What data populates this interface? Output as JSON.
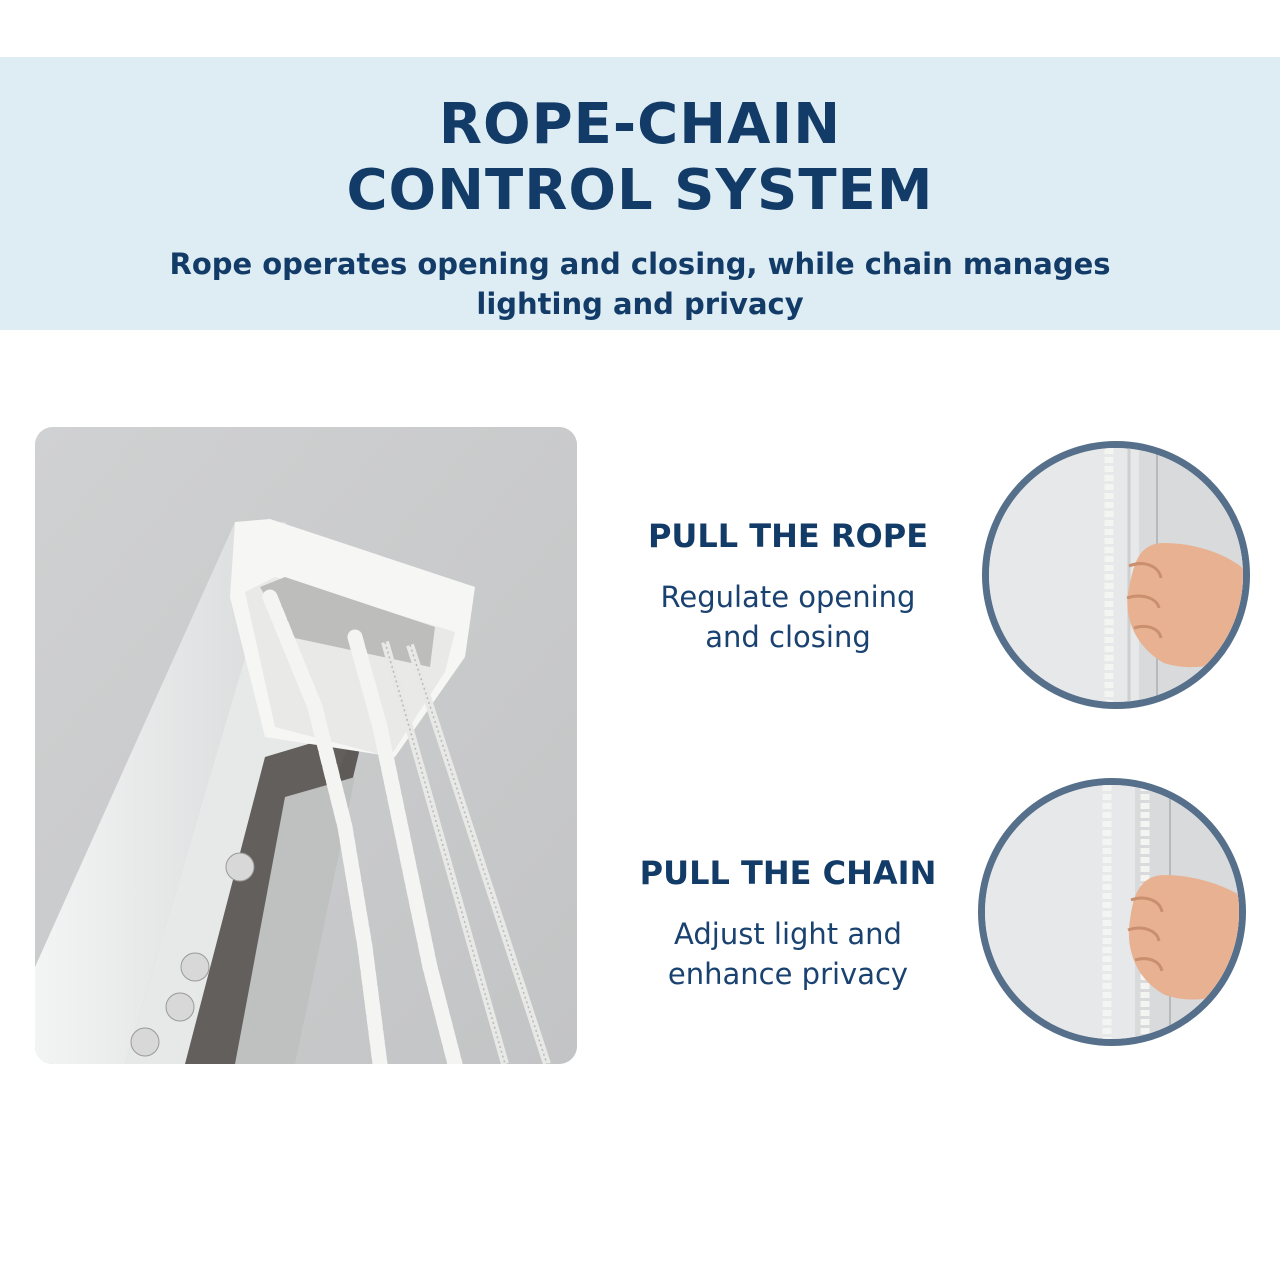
{
  "header": {
    "title_line1": "ROPE-CHAIN",
    "title_line2": "CONTROL SYSTEM",
    "subtitle": "Rope operates opening and closing, while chain manages lighting and privacy"
  },
  "features": [
    {
      "heading": "PULL THE ROPE",
      "text_line1": "Regulate opening",
      "text_line2": "and closing"
    },
    {
      "heading": "PULL THE CHAIN",
      "text_line1": "Adjust light and",
      "text_line2": "enhance privacy"
    }
  ],
  "colors": {
    "banner": "#deecf4",
    "heading_text": "#123b67",
    "circle_border": "#566f8a"
  },
  "icons": [
    "headrail-photo",
    "hand-rope-photo",
    "hand-chain-photo"
  ]
}
